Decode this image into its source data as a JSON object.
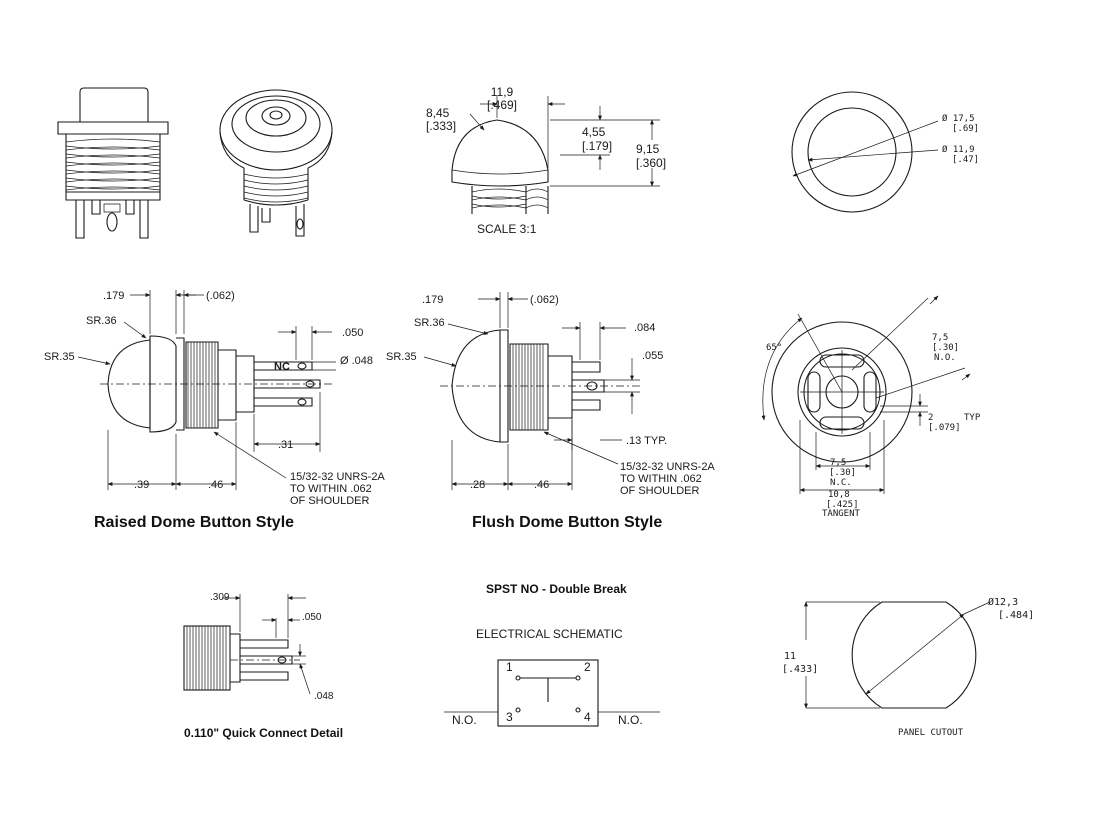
{
  "top_scale_view": {
    "dim_width": "11,9",
    "dim_width_in": "[.469]",
    "dim_radius": "8,45",
    "dim_radius_in": "[.333]",
    "dim_dome_h": "4,55",
    "dim_dome_h_in": "[.179]",
    "dim_total_h": "9,15",
    "dim_total_h_in": "[.360]",
    "scale_label": "SCALE 3:1"
  },
  "top_circle_view": {
    "outer_dia": "Ø 17,5",
    "outer_dia_in": "[.69]",
    "inner_dia": "Ø 11,9",
    "inner_dia_in": "[.47]"
  },
  "raised_view": {
    "title": "Raised Dome Button Style",
    "dim_179": ".179",
    "dim_062": "(.062)",
    "sr36": "SR.36",
    "sr35": "SR.35",
    "dim_050": ".050",
    "dim_048": "Ø .048",
    "nc_label": "NC",
    "dim_31": ".31",
    "dim_39": ".39",
    "dim_46": ".46",
    "thread_note_1": "15/32-32 UNRS-2A",
    "thread_note_2": "TO WITHIN .062",
    "thread_note_3": "OF SHOULDER"
  },
  "flush_view": {
    "title": "Flush Dome Button Style",
    "dim_179": ".179",
    "dim_062": "(.062)",
    "sr36": "SR.36",
    "sr35": "SR.35",
    "dim_084": ".084",
    "dim_055": ".055",
    "dim_13": ".13 TYP.",
    "dim_28": ".28",
    "dim_46": ".46",
    "thread_note_1": "15/32-32 UNRS-2A",
    "thread_note_2": "TO WITHIN .062",
    "thread_note_3": "OF SHOULDER"
  },
  "rear_view": {
    "angle": "65°",
    "no_dim": "7,5",
    "no_dim_in": "[.30]",
    "no_label": "N.O.",
    "typ_dim": "2",
    "typ_dim_in": "[.079]",
    "typ_label": "TYP",
    "nc_dim": "7,5",
    "nc_dim_in": "[.30]",
    "nc_label": "N.C.",
    "tangent_dim": "10,8",
    "tangent_dim_in": "[.425]",
    "tangent_label": "TANGENT"
  },
  "quick_connect": {
    "title": "0.110\" Quick Connect Detail",
    "dim_309": ".309",
    "dim_050": ".050",
    "dim_048": ".048"
  },
  "schematic": {
    "title": "SPST NO - Double Break",
    "subtitle": "ELECTRICAL SCHEMATIC",
    "pin1": "1",
    "pin2": "2",
    "pin3": "3",
    "pin4": "4",
    "no_left": "N.O.",
    "no_right": "N.O."
  },
  "panel_cutout": {
    "dia": "Ø12,3",
    "dia_in": "[.484]",
    "height": "11",
    "height_in": "[.433]",
    "label": "PANEL CUTOUT"
  }
}
